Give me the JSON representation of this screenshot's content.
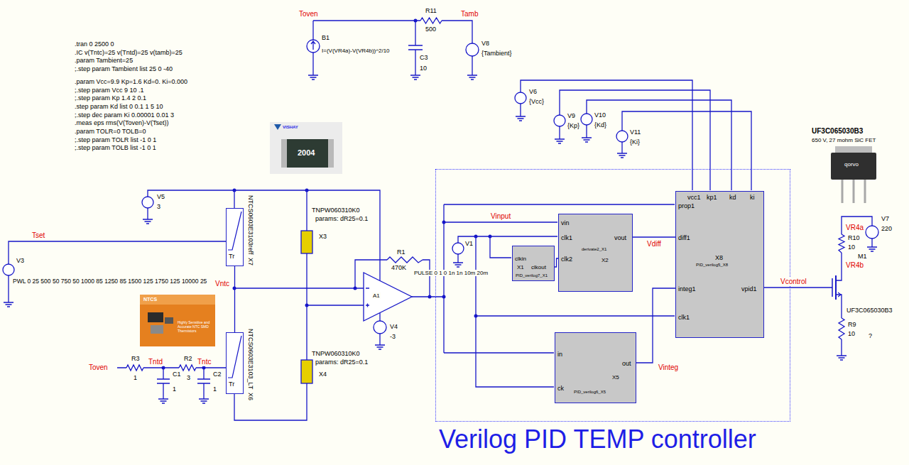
{
  "diagram": {
    "nodes": [
      {
        "text": [
          "Verilog PID TEMP controller"
        ]
      },
      {
        "text": [
          "vin",
          "clk1",
          "clk2",
          "vout",
          "derivate2_X1",
          "X2"
        ],
        "in": 0
      },
      {
        "text": [
          "clkin",
          "clkout",
          "X1",
          "PID_verilog7_X1"
        ],
        "in": 0
      },
      {
        "text": [
          "vcc1",
          "kp1",
          "kd",
          "ki",
          "prop1",
          "diff1",
          "integ1",
          "clk1",
          "vpid1",
          "X8",
          "PID_verilog5_X8"
        ],
        "in": 0
      },
      {
        "text": [
          "in",
          "ck",
          "out",
          "X5",
          "PID_verilog6_X5"
        ],
        "in": 0
      },
      {
        "text": [
          "Tr"
        ]
      },
      {
        "text": [
          "Tr"
        ]
      }
    ],
    "edges": [
      {
        "from": 2,
        "to": 1,
        "arrow": "none"
      },
      {
        "from": 1,
        "to": 3,
        "label": "Vdiff",
        "arrow": "none"
      },
      {
        "from": 4,
        "to": 3,
        "label": "Vinteg",
        "arrow": "none"
      },
      {
        "from": 5,
        "to": 6,
        "arrow": "none"
      }
    ],
    "labels": [
      ".tran 0 2500 0",
      ".IC v(Tntc)=25 v(Tntd)=25 v(tamb)=25",
      ".param Tambient=25",
      ";.step param Tambient list 25 0 -40",
      ".param Vcc=9.9 Kp=1.6 Kd=0. Ki=0.000",
      ";.step param Vcc 9 10 .1",
      ";.step param Kp 1.4 2 0.1",
      ".step param Kd list 0 0.1 1 5 10",
      ";.step dec param Ki 0.00001 0.01 3",
      ".meas eps rms(V(Toven)-V(Tset))",
      ".param TOLR=0 TOLB=0",
      ";.step param TOLR list -1 0 1",
      ";.step param TOLB list -1 0 1",
      "Toven",
      "B1",
      "I=(V(VR4a)-V(VR4b))^2/10",
      "R11",
      "500",
      "Tamb",
      "C3",
      "10",
      "V8",
      "{Tambient}",
      "V6",
      "{Vcc}",
      "V9",
      "{Kp}",
      "V10",
      "{Kd}",
      "V11",
      "{Ki}",
      "UF3C065030B3",
      "650 V, 27 mohm SiC FET",
      "qorvo",
      "VISHAY",
      "2004",
      "NTCS",
      "Highly Sensitive and Accurate NTC SMD Thermistors",
      "V5",
      "3",
      "Tset",
      "V3",
      "PWL 0 25 500 50 750 50 1000 85 1250 85 1500 125 1750 125 10000 25",
      "NTCS0603E3103reff",
      "X7",
      "Vntc",
      "TNPW060310K0",
      "params: dR25=0.1",
      "X3",
      "R1",
      "470K",
      "PULSE 0 1 0 1n 1n 10m 20m",
      "A1",
      "V4",
      "-3",
      "TNPW060310K0",
      "params: dR25=0.1",
      "X4",
      "Toven",
      "R3",
      "1",
      "Tntd",
      "C1",
      "1",
      "R2",
      "3",
      "Tntc",
      "C2",
      "1",
      "NTCS0603E3103_LT",
      "X6",
      "Vinput",
      "V1",
      "Vcontrol",
      "V7",
      "220",
      "VR4a",
      "R10",
      "10",
      "M1",
      "VR4b",
      "UF3C065030B3",
      "R9",
      "10",
      "?"
    ]
  }
}
